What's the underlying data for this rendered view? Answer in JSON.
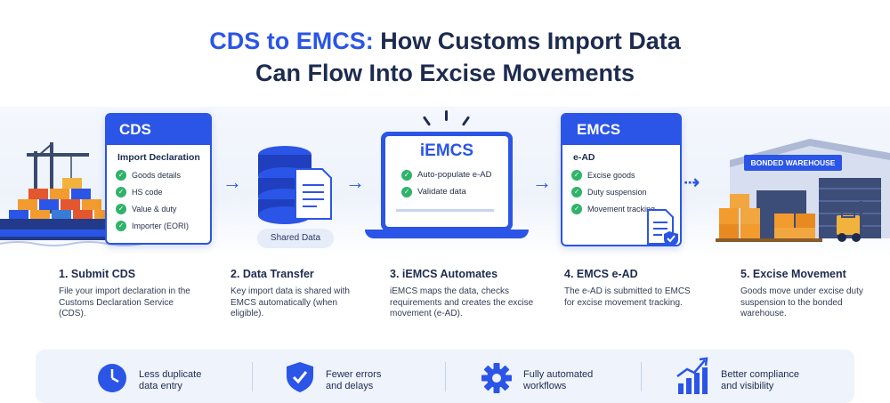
{
  "title": {
    "accent": "CDS to EMCS:",
    "rest": " How Customs Import Data",
    "line2": "Can Flow Into Excise Movements"
  },
  "cds_card": {
    "heading": "CDS",
    "subheading": "Import Declaration",
    "items": [
      "Goods details",
      "HS code",
      "Value & duty",
      "Importer (EORI)"
    ]
  },
  "database": {
    "label": "Shared Data"
  },
  "iemcs": {
    "heading": "iEMCS",
    "items": [
      "Auto-populate e-AD",
      "Validate data"
    ]
  },
  "emcs_card": {
    "heading": "EMCS",
    "subheading": "e-AD",
    "items": [
      "Excise goods",
      "Duty suspension",
      "Movement tracking"
    ]
  },
  "warehouse": {
    "sign": "BONDED WAREHOUSE"
  },
  "steps": [
    {
      "title": "1. Submit CDS",
      "desc": "File your import declaration in the Customs Declaration Service (CDS)."
    },
    {
      "title": "2. Data Transfer",
      "desc": "Key import data is shared with EMCS automatically (when eligible)."
    },
    {
      "title": "3. iEMCS Automates",
      "desc": "iEMCS maps the data, checks requirements and creates the excise movement (e-AD)."
    },
    {
      "title": "4. EMCS e-AD",
      "desc": "The e-AD is submitted to EMCS for excise movement tracking."
    },
    {
      "title": "5. Excise Movement",
      "desc": "Goods move under excise duty suspension to the bonded warehouse."
    }
  ],
  "benefits": [
    {
      "icon": "clock-icon",
      "text": "Less duplicate\ndata entry"
    },
    {
      "icon": "shield-check-icon",
      "text": "Fewer errors\nand delays"
    },
    {
      "icon": "gear-icon",
      "text": "Fully automated\nworkflows"
    },
    {
      "icon": "growth-chart-icon",
      "text": "Better compliance\nand visibility"
    }
  ],
  "colors": {
    "brand_blue": "#2b55e6",
    "check_green": "#2fb36a",
    "navy_text": "#1d2b4f",
    "container_orange": "#f29b2e"
  }
}
